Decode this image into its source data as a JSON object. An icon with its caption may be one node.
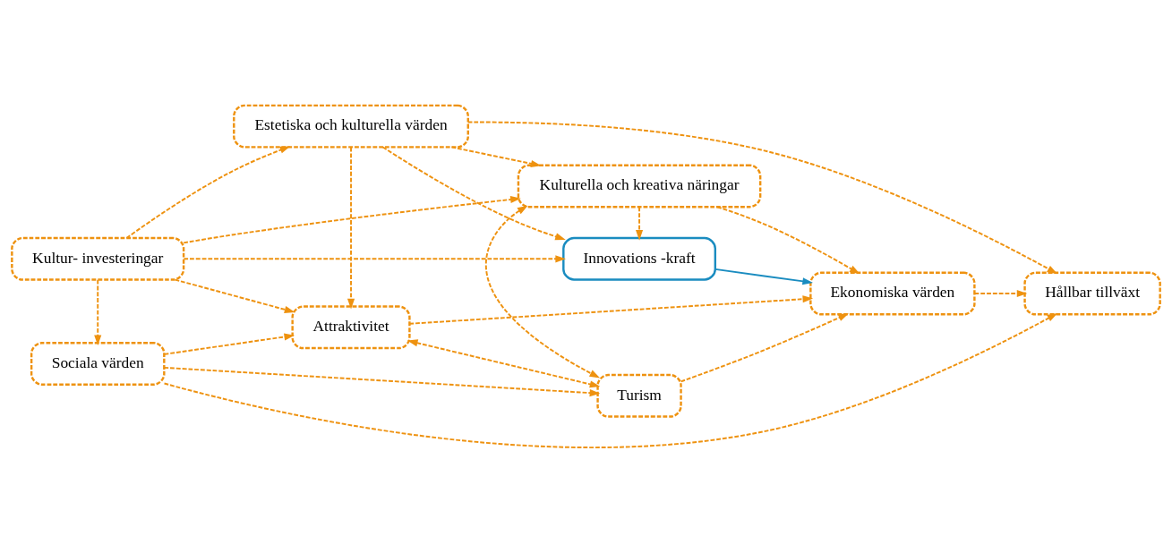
{
  "diagram": {
    "nodes": [
      {
        "text": [
          "Estetiska och kulturella värden"
        ]
      },
      {
        "text": [
          "Kulturella och kreativa näringar"
        ]
      },
      {
        "text": [
          "Kultur- investeringar"
        ]
      },
      {
        "text": [
          "Attraktivitet"
        ]
      },
      {
        "text": [
          "Innovations -kraft"
        ]
      },
      {
        "text": [
          "Ekonomiska värden"
        ]
      },
      {
        "text": [
          "Hållbar tillväxt"
        ]
      },
      {
        "text": [
          "Turism"
        ]
      },
      {
        "text": [
          "Sociala värden"
        ]
      }
    ],
    "edges": [
      {
        "from": 0,
        "to": 1,
        "arrow": "to",
        "style": "dashed"
      },
      {
        "from": 0,
        "to": 6,
        "arrow": "to",
        "style": "dashed"
      },
      {
        "from": 2,
        "to": 0,
        "arrow": "to",
        "style": "dashed"
      },
      {
        "from": 2,
        "to": 1,
        "arrow": "to",
        "style": "dashed"
      },
      {
        "from": 0,
        "to": 3,
        "arrow": "to",
        "style": "dashed"
      },
      {
        "from": 0,
        "to": 4,
        "arrow": "to",
        "style": "dashed"
      },
      {
        "from": 1,
        "to": 4,
        "arrow": "to",
        "style": "dashed"
      },
      {
        "from": 1,
        "to": 5,
        "arrow": "to",
        "style": "dashed"
      },
      {
        "from": 1,
        "to": 7,
        "arrow": "both",
        "style": "dashed"
      },
      {
        "from": 2,
        "to": 3,
        "arrow": "to",
        "style": "dashed"
      },
      {
        "from": 3,
        "to": 5,
        "arrow": "to",
        "style": "dashed"
      },
      {
        "from": 4,
        "to": 5,
        "arrow": "to",
        "color": "#1a8cc0"
      },
      {
        "from": 5,
        "to": 6,
        "arrow": "to",
        "style": "dashed"
      },
      {
        "from": 7,
        "to": 5,
        "arrow": "to",
        "style": "dashed"
      },
      {
        "from": 2,
        "to": 8,
        "arrow": "to",
        "style": "dashed"
      },
      {
        "from": 2,
        "to": 4,
        "arrow": "to",
        "style": "dashed"
      },
      {
        "from": 8,
        "to": 3,
        "arrow": "to",
        "style": "dashed"
      },
      {
        "from": 3,
        "to": 7,
        "arrow": "both",
        "style": "dashed"
      },
      {
        "from": 8,
        "to": 7,
        "arrow": "to",
        "style": "dashed"
      },
      {
        "from": 8,
        "to": 6,
        "arrow": "to",
        "style": "dashed"
      }
    ]
  }
}
